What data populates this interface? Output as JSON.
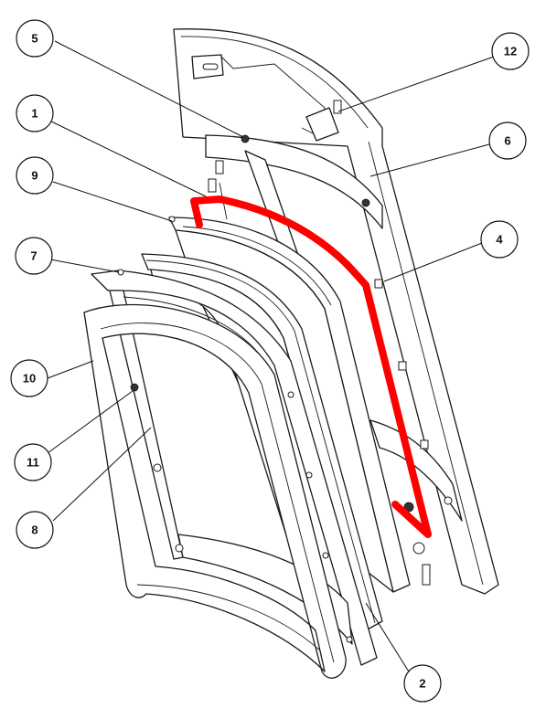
{
  "diagram": {
    "highlight_color": "#ff0000",
    "callouts": [
      {
        "id": "c1",
        "label": "1"
      },
      {
        "id": "c2",
        "label": "2"
      },
      {
        "id": "c4",
        "label": "4"
      },
      {
        "id": "c5",
        "label": "5"
      },
      {
        "id": "c6",
        "label": "6"
      },
      {
        "id": "c7",
        "label": "7"
      },
      {
        "id": "c8",
        "label": "8"
      },
      {
        "id": "c9",
        "label": "9"
      },
      {
        "id": "c10",
        "label": "10"
      },
      {
        "id": "c11",
        "label": "11"
      },
      {
        "id": "c12",
        "label": "12"
      }
    ]
  }
}
